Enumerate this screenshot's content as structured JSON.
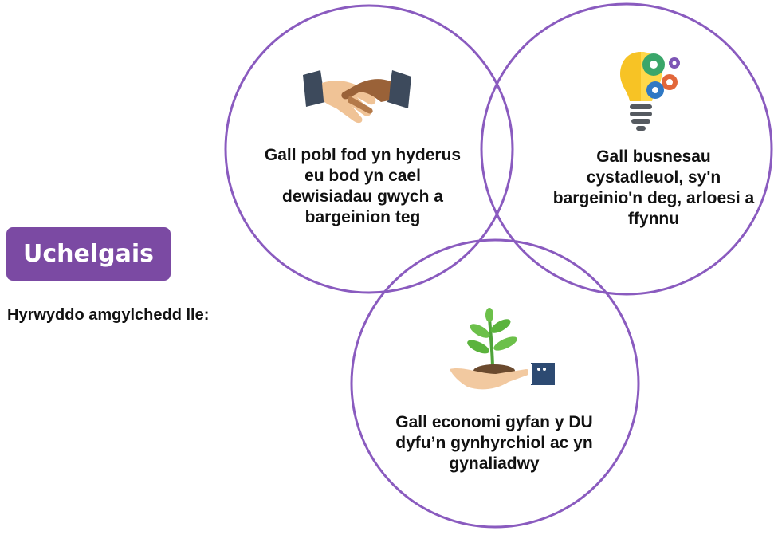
{
  "badge": {
    "label": "Uchelgais"
  },
  "subtitle": "Hyrwyddo amgylchedd lle:",
  "circles": [
    {
      "text": "Gall pobl fod yn hyderus eu bod yn cael dewisiadau gwych a bargeinion teg",
      "icon": "handshake-icon"
    },
    {
      "text": "Gall busnesau cystadleuol, sy'n bargeinio'n deg, arloesi a ffynnu",
      "icon": "lightbulb-gears-icon"
    },
    {
      "text": "Gall economi gyfan y DU dyfu’n gynhyrchiol ac yn gynaliadwy",
      "icon": "plant-in-hand-icon"
    }
  ],
  "colors": {
    "accent": "#7b4aa3",
    "circle_stroke": "#8a5bbf"
  }
}
